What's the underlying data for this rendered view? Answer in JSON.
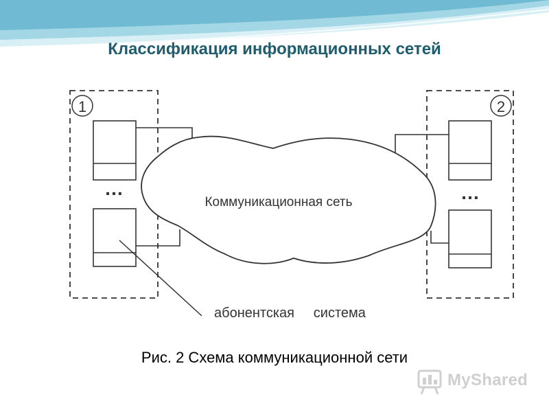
{
  "slide": {
    "title": "Классификация информационных сетей",
    "caption": "Рис. 2 Схема коммуникационной сети"
  },
  "diagram": {
    "group_left_number": "1",
    "group_right_number": "2",
    "ellipsis_left": "…",
    "ellipsis_right": "…",
    "cloud_label": "Коммуникационная сеть",
    "callout_label": "абонентская     система"
  },
  "watermark": {
    "text": "MyShared"
  },
  "colors": {
    "title": "#1f5c6e",
    "header_wave_light": "#d7eff5",
    "header_wave_mid": "#9fd4e3",
    "header_wave_dark": "#5fb2cc",
    "diagram_line": "#333333"
  }
}
